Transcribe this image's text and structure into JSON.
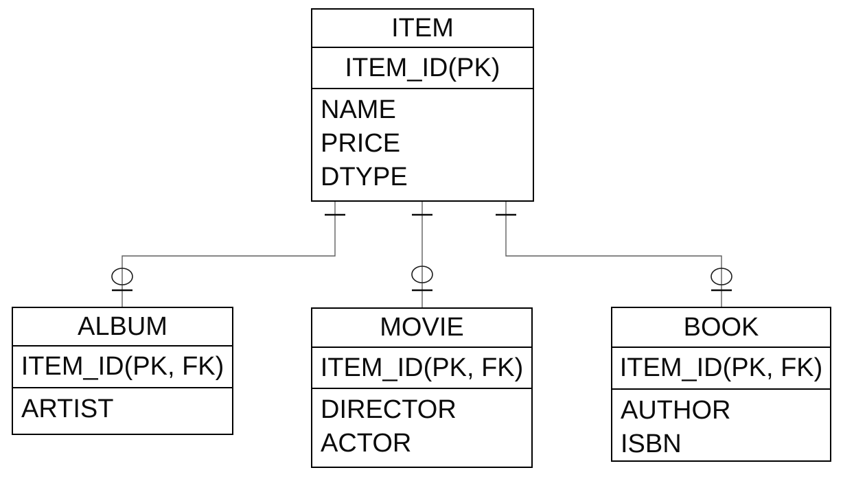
{
  "diagram": {
    "type": "entity-relationship",
    "background_color": "#ffffff",
    "box_border_color": "#000000",
    "connector_color": "#5f5f5f",
    "notation_color": "#0a0a0a",
    "text_color": "#0b0b0b"
  },
  "entities": {
    "item": {
      "name": "ITEM",
      "key": "ITEM_ID(PK)",
      "attributes": [
        "NAME",
        "PRICE",
        "DTYPE"
      ]
    },
    "album": {
      "name": "ALBUM",
      "key": "ITEM_ID(PK, FK)",
      "attributes": [
        "ARTIST"
      ]
    },
    "movie": {
      "name": "MOVIE",
      "key": "ITEM_ID(PK, FK)",
      "attributes": [
        "DIRECTOR",
        "ACTOR"
      ]
    },
    "book": {
      "name": "BOOK",
      "key": "ITEM_ID(PK, FK)",
      "attributes": [
        "AUTHOR",
        "ISBN"
      ]
    }
  },
  "relationships": [
    {
      "from": "ITEM",
      "to": "ALBUM",
      "from_cardinality": "one",
      "to_cardinality": "zero-or-one"
    },
    {
      "from": "ITEM",
      "to": "MOVIE",
      "from_cardinality": "one",
      "to_cardinality": "zero-or-one"
    },
    {
      "from": "ITEM",
      "to": "BOOK",
      "from_cardinality": "one",
      "to_cardinality": "zero-or-one"
    }
  ]
}
